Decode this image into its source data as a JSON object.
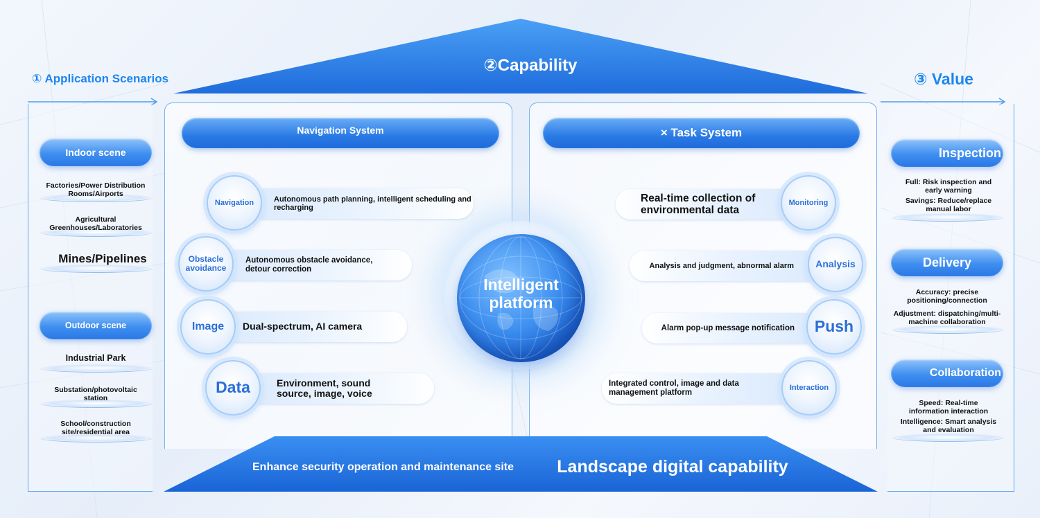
{
  "headings": {
    "application": "① Application Scenarios",
    "capability": "②Capability",
    "value": "③ Value"
  },
  "left": {
    "indoor": {
      "title": "Indoor scene",
      "items": [
        "Factories/Power Distribution Rooms/Airports",
        "Agricultural Greenhouses/Laboratories",
        "Mines/Pipelines"
      ]
    },
    "outdoor": {
      "title": "Outdoor scene",
      "items": [
        "Industrial Park",
        "Substation/photovoltaic station",
        "School/construction site/residential area"
      ]
    }
  },
  "navigation_system": {
    "title": "Navigation System",
    "rows": [
      {
        "label": "Navigation",
        "text": "Autonomous path planning, intelligent scheduling and recharging"
      },
      {
        "label": "Obstacle avoidance",
        "text": "Autonomous obstacle avoidance, detour correction"
      },
      {
        "label": "Image",
        "text": "Dual-spectrum, AI camera"
      },
      {
        "label": "Data",
        "text": "Environment, sound source, image, voice"
      }
    ]
  },
  "task_system": {
    "title": "× Task System",
    "rows": [
      {
        "label": "Monitoring",
        "text": "Real-time collection of environmental data"
      },
      {
        "label": "Analysis",
        "text": "Analysis and judgment, abnormal alarm"
      },
      {
        "label": "Push",
        "text": "Alarm pop-up message notification"
      },
      {
        "label": "Interaction",
        "text": "Integrated control, image and data management platform"
      }
    ]
  },
  "center": {
    "text": "Intelligent platform"
  },
  "right": {
    "inspection": {
      "title": "Inspection",
      "lines": [
        "Full: Risk inspection and early warning",
        "Savings: Reduce/replace manual labor"
      ]
    },
    "delivery": {
      "title": "Delivery",
      "lines": [
        "Accuracy: precise positioning/connection",
        "Adjustment: dispatching/multi-machine collaboration"
      ]
    },
    "collaboration": {
      "title": "Collaboration",
      "lines": [
        "Speed: Real-time information interaction",
        "Intelligence: Smart analysis and evaluation"
      ]
    }
  },
  "base": {
    "left_text": "Enhance security operation and maintenance site",
    "right_text": "Landscape digital capability"
  },
  "colors": {
    "primary": "#2a7ae6",
    "accent": "#1e86ee",
    "dark": "#1454bb"
  }
}
